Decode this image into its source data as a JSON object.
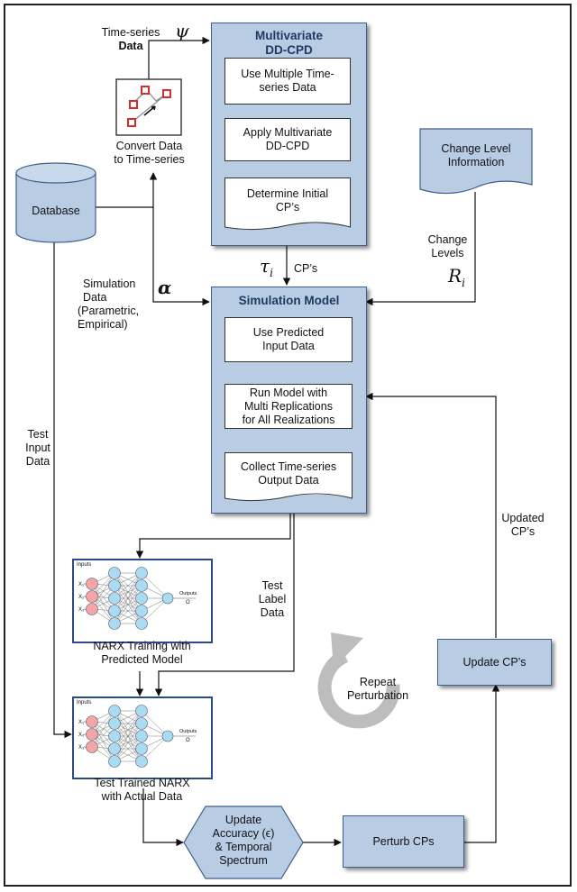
{
  "diagram": {
    "convert": {
      "label_line1": "Convert Data",
      "label_line2": "to Time-series",
      "icon": "scatter-plot-icon"
    },
    "timeseries_label": {
      "line1": "Time-series",
      "line2": "Data"
    },
    "database": {
      "label": "Database"
    },
    "multivariate": {
      "title_line1": "Multivariate",
      "title_line2": "DD-CPD",
      "step1": {
        "line1": "Use Multiple Time-",
        "line2": "series Data"
      },
      "step2": {
        "line1": "Apply Multivariate",
        "line2": "DD-CPD"
      },
      "step3": {
        "line1": "Determine Initial",
        "line2": "CP’s"
      }
    },
    "change_info": {
      "line1": "Change Level",
      "line2": "Information"
    },
    "change_levels": {
      "line1": "Change",
      "line2": "Levels"
    },
    "cps_label": "CP’s",
    "simulation_data": {
      "line1": "Simulation",
      "line2": "Data",
      "line3": "(Parametric,",
      "line4": "Empirical)"
    },
    "simulation": {
      "title": "Simulation Model",
      "step1": {
        "line1": "Use Predicted",
        "line2": "Input Data"
      },
      "step2": {
        "line1": "Run Model with",
        "line2": "Multi Replications",
        "line3": "for All Realizations"
      },
      "step3": {
        "line1": "Collect Time-series",
        "line2": "Output Data"
      }
    },
    "test_input": {
      "line1": "Test",
      "line2": "Input",
      "line3": "Data"
    },
    "test_label": {
      "line1": "Test",
      "line2": "Label",
      "line3": "Data"
    },
    "updated_cps": {
      "line1": "Updated",
      "line2": "CP’s"
    },
    "narx_train": {
      "line1": "NARX Training with",
      "line2": "Predicted Model"
    },
    "narx_test": {
      "line1": "Test Trained NARX",
      "line2": "with Actual Data"
    },
    "nn_inputs": "Inputs",
    "nn_outputs": "Outputs",
    "nn_x1": "X₁",
    "nn_x2": "X₂",
    "nn_x3": "X₃",
    "nn_o": "O",
    "update_cps": "Update CP’s",
    "repeat": {
      "line1": "Repeat",
      "line2": "Perturbation"
    },
    "update_accuracy": {
      "line1": "Update",
      "line2": "Accuracy (ϵ)",
      "line3": "& Temporal",
      "line4": "Spectrum"
    },
    "perturb": "Perturb CPs",
    "symbols": {
      "psi": "ψ",
      "alpha": "α",
      "tau": "τ",
      "tau_sub": "i",
      "r": "R",
      "r_sub": "i"
    }
  },
  "colors": {
    "box_fill": "#b8cce4",
    "box_border": "#3e5f8a",
    "title_text": "#1f3a60",
    "node_pink": "#f4a6a6",
    "node_blue": "#a9dcf2",
    "repeat_arrow": "#bdbdbd"
  }
}
